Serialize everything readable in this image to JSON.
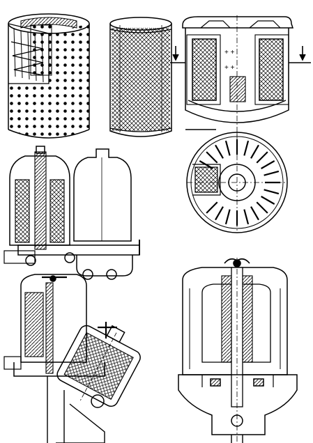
{
  "sheet": {
    "kind": "technical cross-section drawing plate",
    "text": []
  },
  "figures": [
    {
      "id": "perforated-element",
      "icon": "perforated-cylinder-cutaway"
    },
    {
      "id": "mesh-element",
      "icon": "mesh-cartridge"
    },
    {
      "id": "cup-filter-section",
      "icon": "filter-cup-section"
    },
    {
      "id": "wheel-plan-view",
      "icon": "radial-disc"
    },
    {
      "id": "twin-filter-assembly",
      "icon": "twin-housing-filter"
    },
    {
      "id": "angled-filter-assembly",
      "icon": "angled-cartridge-filter"
    },
    {
      "id": "centrifuge-section",
      "icon": "rotor-bowl-section"
    }
  ],
  "colors": {
    "ink": "#000000",
    "paper": "#ffffff"
  }
}
